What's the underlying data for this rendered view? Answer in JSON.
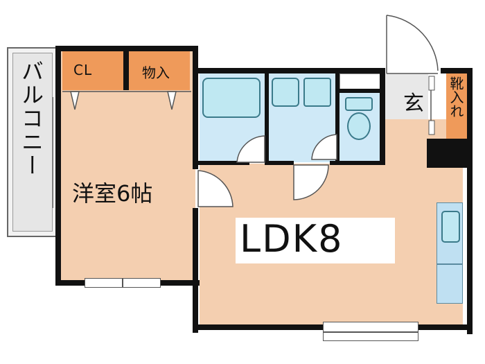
{
  "rooms": {
    "balcony": {
      "label": "バルコニー"
    },
    "closet": {
      "label": "CL"
    },
    "storage": {
      "label": "物入"
    },
    "western_room": {
      "label": "洋室6帖"
    },
    "ldk": {
      "label": "LDK8"
    },
    "entrance": {
      "label": "玄"
    },
    "shoe_closet": {
      "label": "靴入れ"
    }
  },
  "colors": {
    "room_floor": "#f4cfb0",
    "storage_floor": "#ef9a5a",
    "wet_area": "#cfe9f7",
    "fixture": "#a9dcec",
    "wall": "#111111",
    "balcony": "#e5e5e5",
    "entrance_floor": "#e8e8e8"
  }
}
